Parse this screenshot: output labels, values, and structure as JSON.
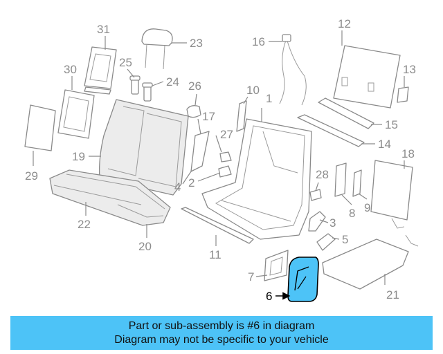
{
  "diagram": {
    "highlight_color": "#4dc3f7",
    "highlight_part": "6",
    "labels": [
      "1",
      "2",
      "3",
      "4",
      "5",
      "6",
      "7",
      "8",
      "9",
      "10",
      "11",
      "12",
      "13",
      "14",
      "15",
      "16",
      "17",
      "18",
      "19",
      "20",
      "21",
      "22",
      "23",
      "24",
      "25",
      "26",
      "27",
      "28",
      "29",
      "30",
      "31"
    ]
  },
  "banner": {
    "line1": "Part or sub-assembly is #6 in diagram",
    "line2": "Diagram may not be specific to your vehicle",
    "background": "#4dc3f7"
  }
}
